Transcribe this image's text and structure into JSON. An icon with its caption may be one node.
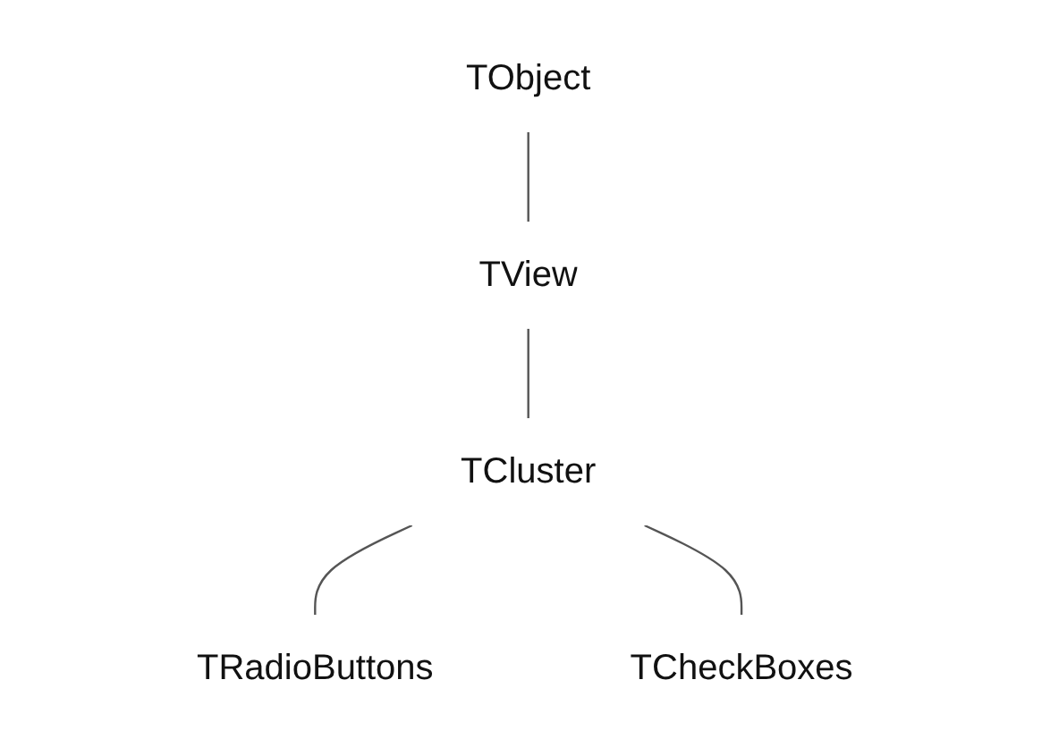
{
  "diagram": {
    "nodes": [
      {
        "text": [
          "TObject"
        ]
      },
      {
        "text": [
          "TView"
        ]
      },
      {
        "text": [
          "TCluster"
        ]
      },
      {
        "text": [
          "TRadioButtons"
        ]
      },
      {
        "text": [
          "TCheckBoxes"
        ]
      }
    ],
    "edges": [
      {
        "from": 0,
        "to": 1,
        "arrow": "none"
      },
      {
        "from": 1,
        "to": 2,
        "arrow": "none"
      },
      {
        "from": 2,
        "to": 3,
        "arrow": "none"
      },
      {
        "from": 2,
        "to": 4,
        "arrow": "none"
      }
    ]
  }
}
